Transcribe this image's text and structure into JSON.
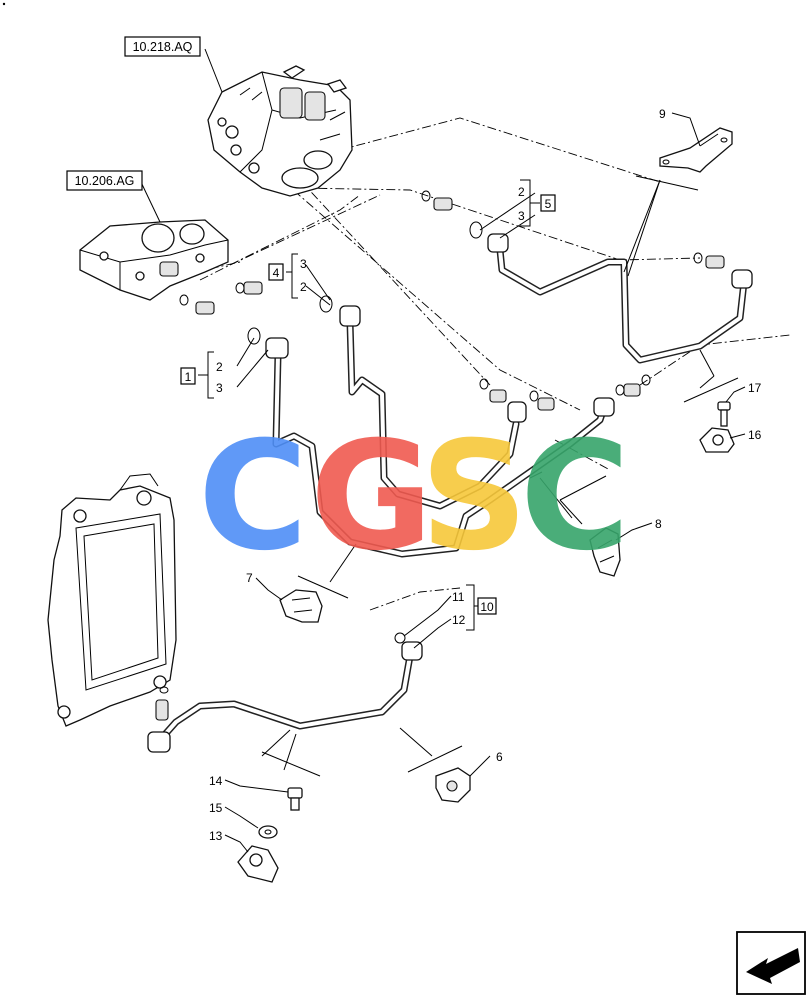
{
  "references": [
    {
      "id": "ref-10-218-aq",
      "text": "10.218.AQ"
    },
    {
      "id": "ref-10-206-ag",
      "text": "10.206.AG"
    }
  ],
  "callouts": [
    "1",
    "2",
    "3",
    "4",
    "5",
    "6",
    "7",
    "8",
    "9",
    "10",
    "11",
    "12",
    "13",
    "14",
    "15",
    "16",
    "17"
  ],
  "group_boxes": [
    "1",
    "4",
    "5",
    "10"
  ],
  "watermark": {
    "letters": [
      "C",
      "G",
      "S",
      "C"
    ],
    "colors": [
      "#4f8ff7",
      "#f05a50",
      "#f7c83a",
      "#37a56b"
    ]
  },
  "nav_icon": "return-arrow-icon"
}
